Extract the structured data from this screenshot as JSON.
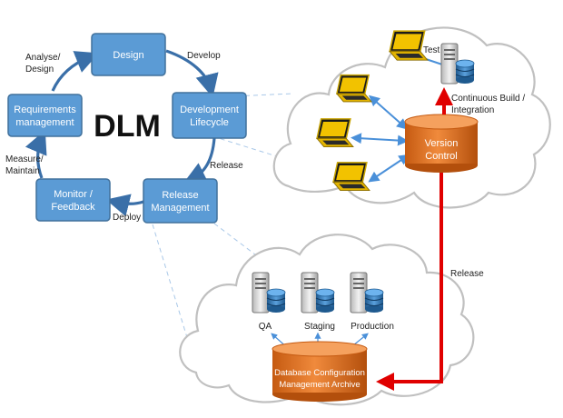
{
  "diagram": {
    "center_title": "DLM",
    "cycle": {
      "design": "Design",
      "dev_lifecycle": [
        "Development",
        "Lifecycle"
      ],
      "release_mgmt": [
        "Release",
        "Management"
      ],
      "monitor": [
        "Monitor /",
        "Feedback"
      ],
      "requirements": [
        "Requirements",
        "management"
      ]
    },
    "cycle_arrows": {
      "develop": "Develop",
      "release": "Release",
      "deploy": "Deploy",
      "measure": [
        "Measure/",
        "Maintain"
      ],
      "analyse": [
        "Analyse/",
        "Design"
      ]
    },
    "top_cloud": {
      "test": "Test",
      "ci": [
        "Continuous Build /",
        "Integration"
      ],
      "vc": [
        "Version",
        "Control"
      ]
    },
    "release_arrow": "Release",
    "bottom_cloud": {
      "servers": [
        "QA",
        "Staging",
        "Production"
      ],
      "archive": [
        "Database Configuration",
        "Management Archive"
      ]
    },
    "colors": {
      "box_fill": "#5b9bd5",
      "box_stroke": "#41719c",
      "cycle_arrow": "#3a6fa8",
      "cylinder": "#e46c0a",
      "release_arrow": "#e00000",
      "link_arrow": "#4a90d9"
    }
  }
}
